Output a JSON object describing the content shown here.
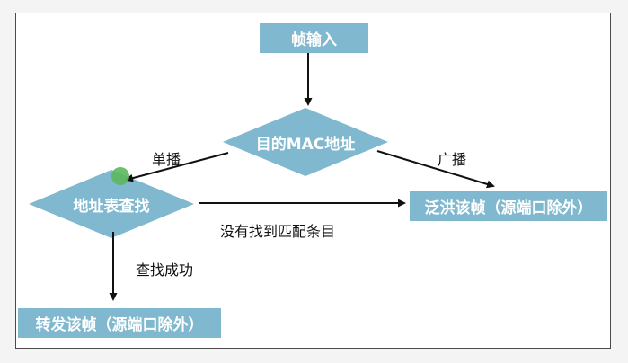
{
  "nodes": {
    "frame_input": "帧输入",
    "dest_mac": "目的MAC地址",
    "table_lookup": "地址表查找",
    "flood": "泛洪该帧（源端口除外）",
    "forward": "转发该帧（源端口除外）"
  },
  "edges": {
    "unicast": "单播",
    "broadcast": "广播",
    "no_match": "没有找到匹配条目",
    "found": "查找成功"
  },
  "colors": {
    "node_fill": "#7fb8cf",
    "arrow": "#111111",
    "marker": "#5cb85c"
  }
}
